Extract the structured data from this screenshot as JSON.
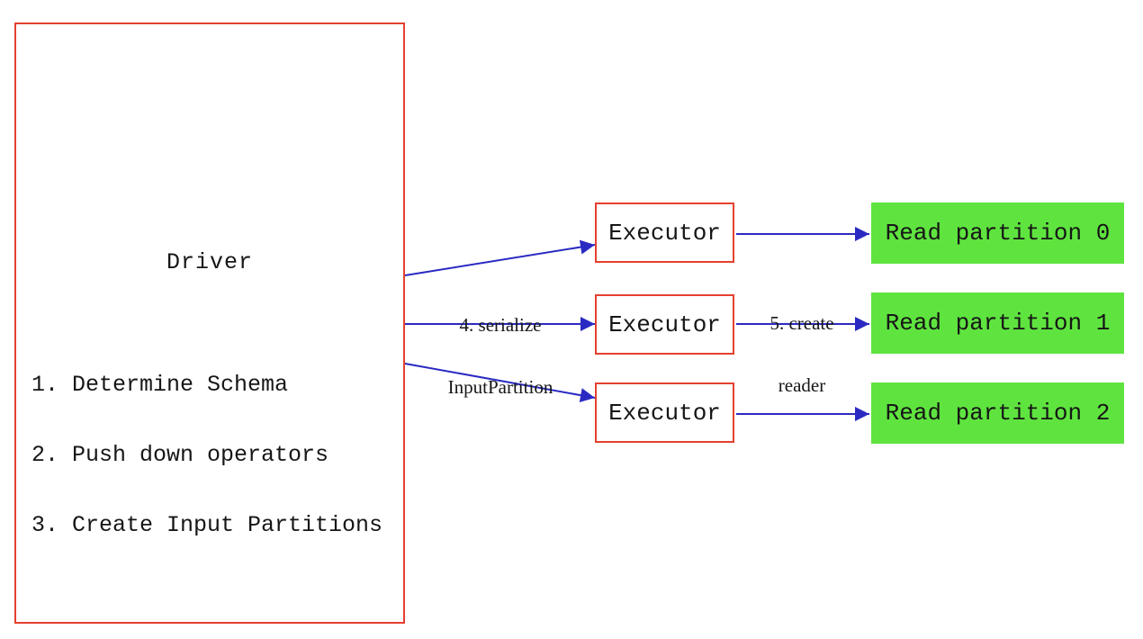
{
  "colors": {
    "box_red": "#e5402f",
    "arrow_blue": "#2a2ac2",
    "partition_green": "#5fe43f",
    "ink": "#161616",
    "background": "#ffffff"
  },
  "driver": {
    "title": "Driver",
    "steps": [
      "1. Determine Schema",
      "2. Push down operators",
      "3. Create Input Partitions"
    ]
  },
  "executors": [
    {
      "label": "Executor"
    },
    {
      "label": "Executor"
    },
    {
      "label": "Executor"
    }
  ],
  "partitions": [
    {
      "label": "Read partition 0"
    },
    {
      "label": "Read partition 1"
    },
    {
      "label": "Read partition 2"
    }
  ],
  "edge_labels": {
    "serialize": {
      "line1": "4. serialize",
      "line2": "InputPartition"
    },
    "create_reader": {
      "line1": "5. create",
      "line2": "reader"
    }
  }
}
